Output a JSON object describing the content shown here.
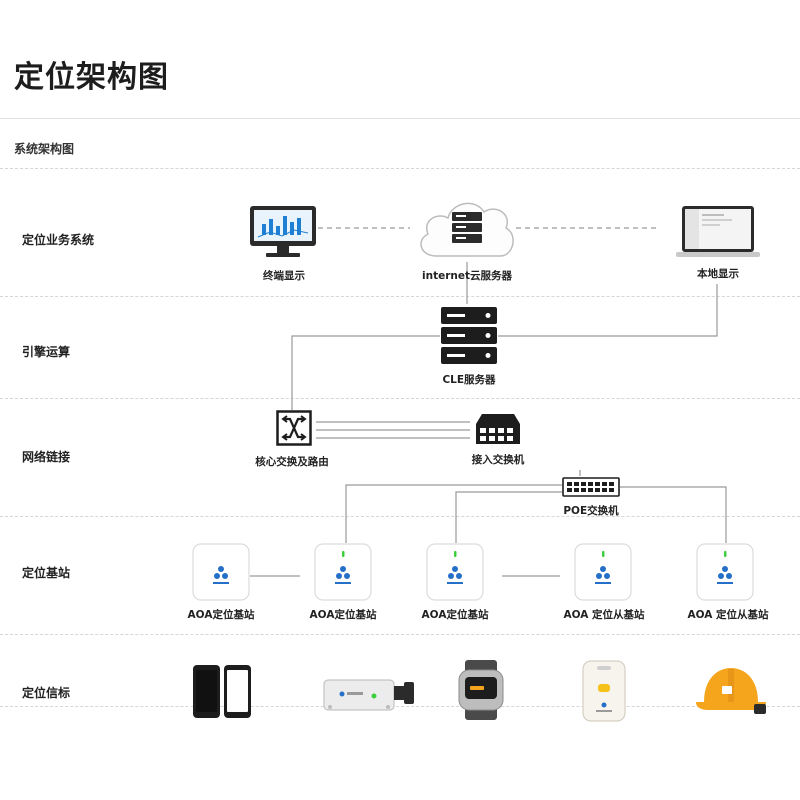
{
  "page_title": "定位架构图",
  "section_title": "系统架构图",
  "rows": [
    {
      "label": "定位业务系统"
    },
    {
      "label": "引擎运算"
    },
    {
      "label": "网络链接"
    },
    {
      "label": "定位基站"
    },
    {
      "label": "定位信标"
    }
  ],
  "nodes": {
    "terminal_display": "终端显示",
    "cloud_server": "internet云服务器",
    "local_display": "本地显示",
    "cle_server": "CLE服务器",
    "core_switch": "核心交换及路由",
    "access_switch": "接入交换机",
    "poe_switch": "POE交换机",
    "stations": [
      "AOA定位基站",
      "AOA定位基站",
      "AOA定位基站",
      "AOA 定位从基站",
      "AOA 定位从基站"
    ]
  },
  "colors": {
    "line": "#9a9a9a",
    "dashed_line": "#9a9a9a",
    "led_green": "#3ccf3c",
    "helmet": "#f5a51c",
    "screen_blue": "#1f7fd3",
    "icon_dark": "#2b2b2b"
  }
}
